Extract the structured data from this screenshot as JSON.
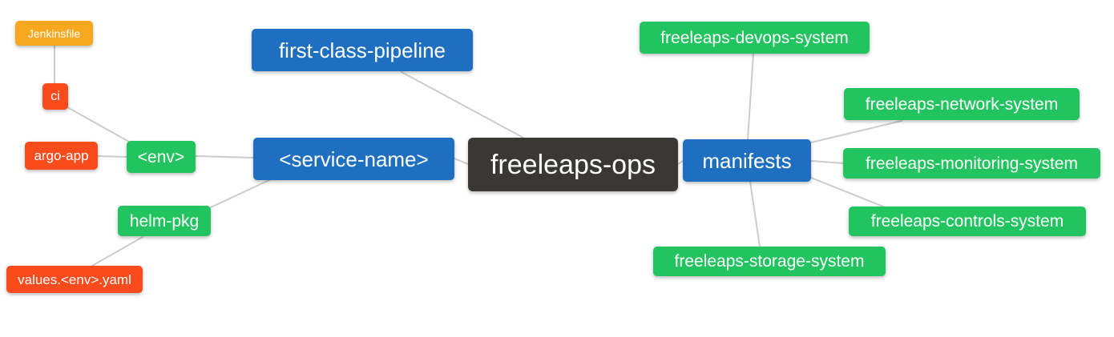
{
  "canvas": {
    "background": "#ffffff"
  },
  "palette": {
    "blue": "#1e6fc0",
    "green": "#21c45f",
    "red": "#fa4b1d",
    "orange": "#f8a81e",
    "dark": "#3a3835",
    "edge": "#cccccc",
    "node_text": "#ffffff"
  },
  "mindmap": {
    "root_id": "freeleaps-ops",
    "nodes": [
      {
        "id": "jenkinsfile",
        "label": "Jenkinsfile",
        "color": "orange"
      },
      {
        "id": "ci",
        "label": "ci",
        "color": "red"
      },
      {
        "id": "argo-app",
        "label": "argo-app",
        "color": "red"
      },
      {
        "id": "env",
        "label": "<env>",
        "color": "green"
      },
      {
        "id": "helm-pkg",
        "label": "helm-pkg",
        "color": "green"
      },
      {
        "id": "values-env-yaml",
        "label": "values.<env>.yaml",
        "color": "red"
      },
      {
        "id": "first-class-pipeline",
        "label": "first-class-pipeline",
        "color": "blue"
      },
      {
        "id": "service-name",
        "label": "<service-name>",
        "color": "blue"
      },
      {
        "id": "freeleaps-ops",
        "label": "freeleaps-ops",
        "color": "dark"
      },
      {
        "id": "manifests",
        "label": "manifests",
        "color": "blue"
      },
      {
        "id": "freeleaps-devops-system",
        "label": "freeleaps-devops-system",
        "color": "green"
      },
      {
        "id": "freeleaps-network-system",
        "label": "freeleaps-network-system",
        "color": "green"
      },
      {
        "id": "freeleaps-monitoring-system",
        "label": "freeleaps-monitoring-system",
        "color": "green"
      },
      {
        "id": "freeleaps-controls-system",
        "label": "freeleaps-controls-system",
        "color": "green"
      },
      {
        "id": "freeleaps-storage-system",
        "label": "freeleaps-storage-system",
        "color": "green"
      }
    ],
    "edges": [
      {
        "from": "jenkinsfile",
        "to": "ci"
      },
      {
        "from": "ci",
        "to": "env"
      },
      {
        "from": "argo-app",
        "to": "env"
      },
      {
        "from": "env",
        "to": "service-name"
      },
      {
        "from": "helm-pkg",
        "to": "service-name"
      },
      {
        "from": "values-env-yaml",
        "to": "helm-pkg"
      },
      {
        "from": "first-class-pipeline",
        "to": "freeleaps-ops"
      },
      {
        "from": "service-name",
        "to": "freeleaps-ops"
      },
      {
        "from": "freeleaps-ops",
        "to": "manifests"
      },
      {
        "from": "manifests",
        "to": "freeleaps-devops-system"
      },
      {
        "from": "manifests",
        "to": "freeleaps-network-system"
      },
      {
        "from": "manifests",
        "to": "freeleaps-monitoring-system"
      },
      {
        "from": "manifests",
        "to": "freeleaps-controls-system"
      },
      {
        "from": "manifests",
        "to": "freeleaps-storage-system"
      }
    ]
  }
}
